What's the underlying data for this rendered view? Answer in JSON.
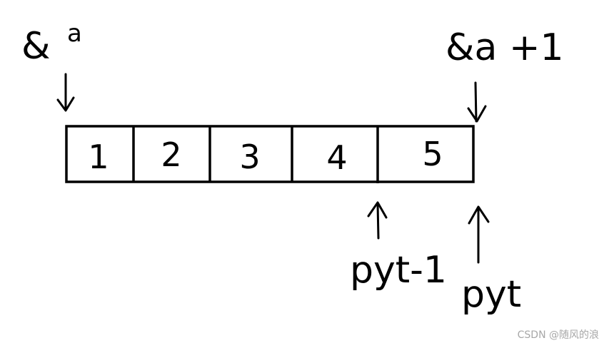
{
  "array": {
    "cells": [
      "1",
      "2",
      "3",
      "4",
      "5"
    ]
  },
  "labels": {
    "addr_a_prefix": "&",
    "addr_a_sup": "a",
    "addr_a_plus_1": "&a +1",
    "ptr_minus_1": "pyt-1",
    "ptr": "pyt"
  },
  "watermark": {
    "text": "CSDN @随风的浪"
  }
}
